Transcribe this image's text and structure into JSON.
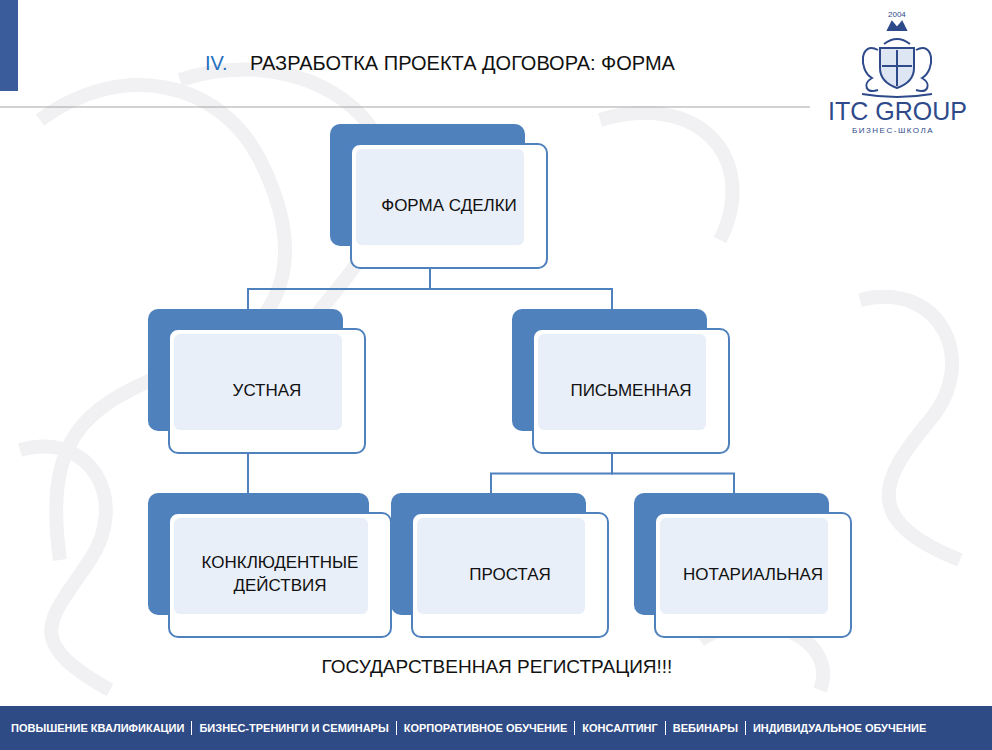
{
  "diagram": {
    "title": "РАЗРАБОТКА ПРОЕКТА ДОГОВОРА: ФОРМА",
    "nodes": [
      {
        "text": [
          "ФОРМА СДЕЛКИ"
        ]
      },
      {
        "text": [
          "УСТНАЯ"
        ]
      },
      {
        "text": [
          "ПИСЬМЕННАЯ"
        ]
      },
      {
        "text": [
          "КОНКЛЮДЕНТНЫЕ ДЕЙСТВИЯ"
        ]
      },
      {
        "text": [
          "ПРОСТАЯ"
        ]
      },
      {
        "text": [
          "НОТАРИАЛЬНАЯ"
        ]
      }
    ],
    "edges": [
      {
        "from": 0,
        "to": 1,
        "arrow": "none"
      },
      {
        "from": 0,
        "to": 2,
        "arrow": "none"
      },
      {
        "from": 1,
        "to": 3,
        "arrow": "none"
      },
      {
        "from": 2,
        "to": 4,
        "arrow": "none"
      },
      {
        "from": 2,
        "to": 5,
        "arrow": "none"
      }
    ],
    "labels": [
      "IV.",
      "2004",
      "ITC GROUP",
      "БИЗНЕС-ШКОЛА",
      "ГОСУДАРСТВЕННАЯ РЕГИСТРАЦИЯ!!!",
      "ПОВЫШЕНИЕ КВАЛИФИКАЦИИ",
      "БИЗНЕС-ТРЕНИНГИ И СЕМИНАРЫ",
      "КОРПОРАТИВНОЕ ОБУЧЕНИЕ",
      "КОНСАЛТИНГ",
      "ВЕБИНАРЫ",
      "ИНДИВИДУАЛЬНОЕ ОБУЧЕНИЕ"
    ]
  }
}
